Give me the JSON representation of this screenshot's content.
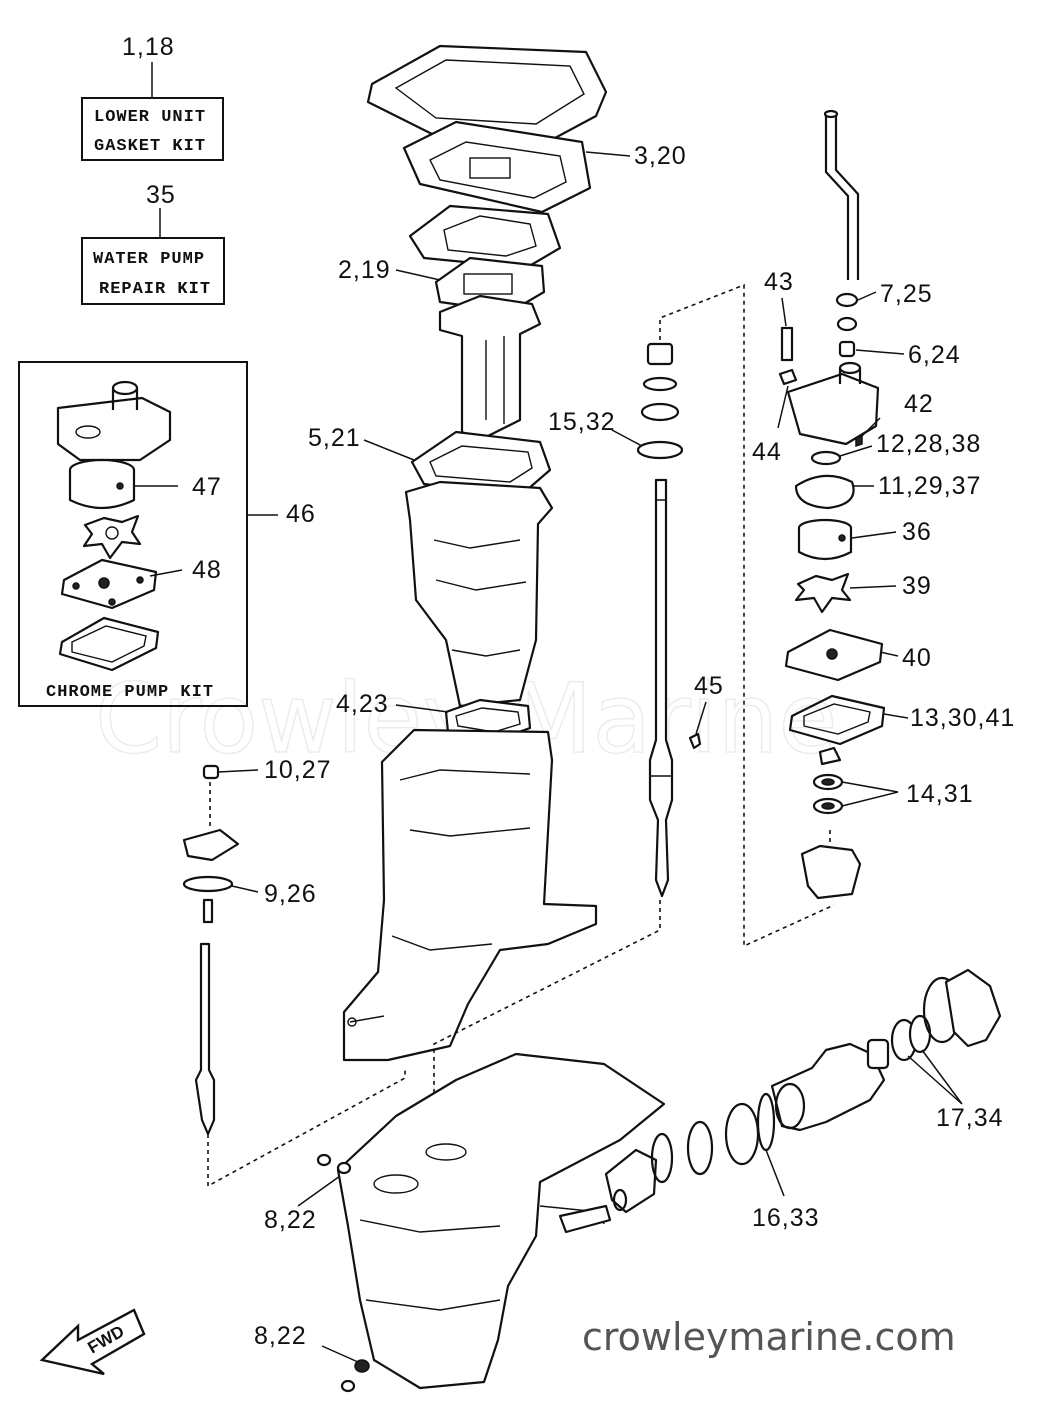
{
  "watermark": "Crowley Marine",
  "website": "crowleymarine.com",
  "kit_boxes": {
    "gasket": {
      "number": "1,18",
      "line1": "LOWER UNIT",
      "line2": "GASKET KIT"
    },
    "water_pump": {
      "number": "35",
      "line1": "WATER PUMP",
      "line2": "REPAIR KIT"
    }
  },
  "chrome_kit": {
    "title": "CHROME PUMP KIT",
    "number": "46"
  },
  "fwd_label": "FWD",
  "callouts": {
    "c3_20": "3,20",
    "c2_19": "2,19",
    "c5_21": "5,21",
    "c4_23": "4,23",
    "c10_27": "10,27",
    "c9_26": "9,26",
    "c8_22a": "8,22",
    "c8_22b": "8,22",
    "c15_32": "15,32",
    "c45": "45",
    "c43": "43",
    "c44": "44",
    "c7_25": "7,25",
    "c6_24": "6,24",
    "c42": "42",
    "c12_28_38": "12,28,38",
    "c11_29_37": "11,29,37",
    "c36": "36",
    "c39": "39",
    "c40": "40",
    "c13_30_41": "13,30,41",
    "c14_31": "14,31",
    "c17_34": "17,34",
    "c16_33": "16,33",
    "c47": "47",
    "c48": "48"
  }
}
